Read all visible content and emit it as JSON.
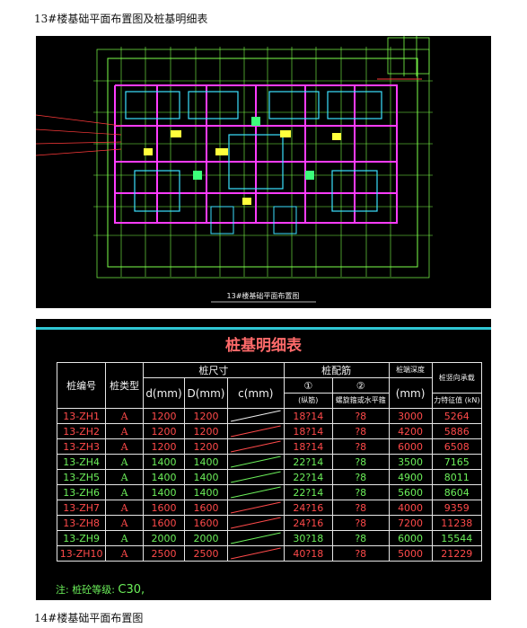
{
  "heading_top": "13#楼基础平面布置图及桩基明细表",
  "heading_bottom": "14#楼基础平面布置图",
  "plan": {
    "caption": "13#楼基础平面布置图"
  },
  "table": {
    "title": "桩基明细表",
    "headers": {
      "pile_no": "桩编号",
      "pile_type": "桩类型",
      "size_group": "桩尺寸",
      "d": "d(mm)",
      "D": "D(mm)",
      "c": "c(mm)",
      "rebar_group": "桩配筋",
      "rebar_1": "①",
      "rebar_1_sub": "(纵筋)",
      "rebar_2": "②",
      "rebar_2_sub": "螺旋箍或水平箍",
      "depth_top": "桩端深度",
      "depth_unit": "(mm)",
      "capacity_top": "桩竖向承载",
      "capacity_mid": "力特征值",
      "capacity_unit": "(kN)"
    },
    "rows": [
      {
        "no": "13-ZH1",
        "type": "A",
        "d": "1200",
        "D": "1200",
        "rebar1": "18?14",
        "rebar2": "?8",
        "depth": "3000",
        "capacity": "5264",
        "color": "red"
      },
      {
        "no": "13-ZH2",
        "type": "A",
        "d": "1200",
        "D": "1200",
        "rebar1": "18?14",
        "rebar2": "?8",
        "depth": "4200",
        "capacity": "5886",
        "color": "red"
      },
      {
        "no": "13-ZH3",
        "type": "A",
        "d": "1200",
        "D": "1200",
        "rebar1": "18?14",
        "rebar2": "?8",
        "depth": "6000",
        "capacity": "6508",
        "color": "red"
      },
      {
        "no": "13-ZH4",
        "type": "A",
        "d": "1400",
        "D": "1400",
        "rebar1": "22?14",
        "rebar2": "?8",
        "depth": "3500",
        "capacity": "7165",
        "color": "green"
      },
      {
        "no": "13-ZH5",
        "type": "A",
        "d": "1400",
        "D": "1400",
        "rebar1": "22?14",
        "rebar2": "?8",
        "depth": "4900",
        "capacity": "8011",
        "color": "green"
      },
      {
        "no": "13-ZH6",
        "type": "A",
        "d": "1400",
        "D": "1400",
        "rebar1": "22?14",
        "rebar2": "?8",
        "depth": "5600",
        "capacity": "8604",
        "color": "green"
      },
      {
        "no": "13-ZH7",
        "type": "A",
        "d": "1600",
        "D": "1600",
        "rebar1": "24?16",
        "rebar2": "?8",
        "depth": "4000",
        "capacity": "9359",
        "color": "red"
      },
      {
        "no": "13-ZH8",
        "type": "A",
        "d": "1600",
        "D": "1600",
        "rebar1": "24?16",
        "rebar2": "?8",
        "depth": "7200",
        "capacity": "11238",
        "color": "red"
      },
      {
        "no": "13-ZH9",
        "type": "A",
        "d": "2000",
        "D": "2000",
        "rebar1": "30?18",
        "rebar2": "?8",
        "depth": "6000",
        "capacity": "15544",
        "color": "green"
      },
      {
        "no": "13-ZH10",
        "type": "A",
        "d": "2500",
        "D": "2500",
        "rebar1": "40?18",
        "rebar2": "?8",
        "depth": "5000",
        "capacity": "21229",
        "color": "red"
      }
    ],
    "note_label": "注: 桩砼等级:",
    "note_grade": "C30,"
  },
  "colors": {
    "background": "#000000",
    "cyan_bar": "#2fc7d4",
    "title_red": "#ff6a6a",
    "row_red": "#ff4a4a",
    "row_green": "#6cf05a"
  }
}
